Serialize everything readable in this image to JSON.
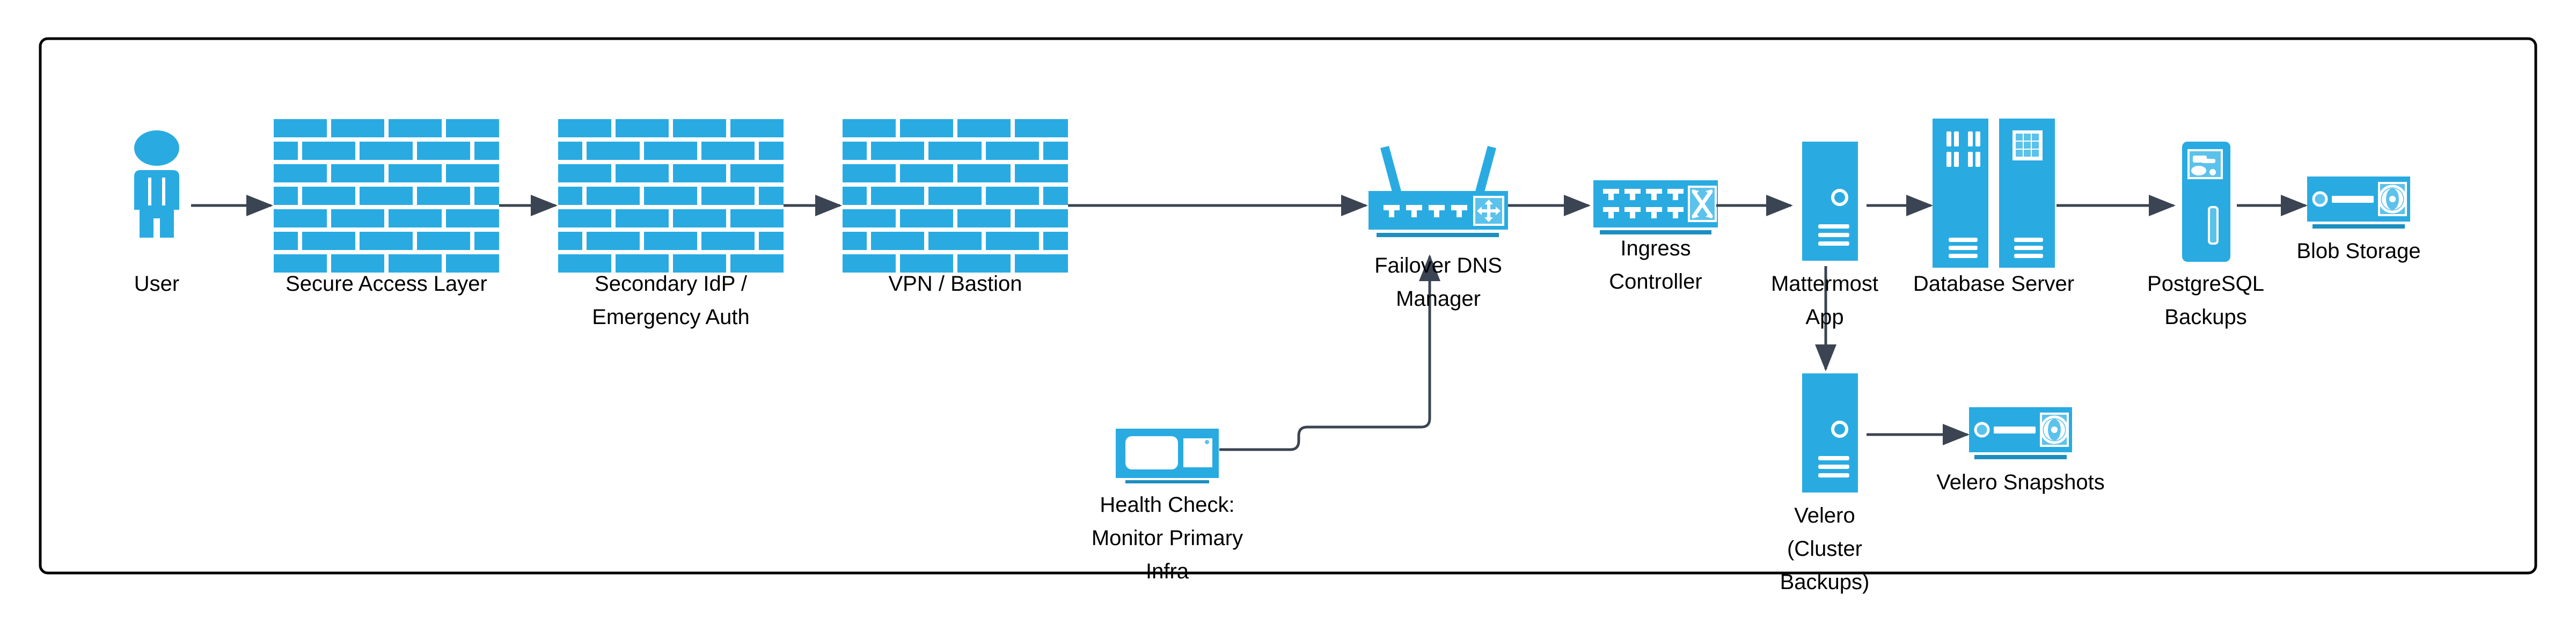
{
  "diagram": {
    "title": "Mattermost DR / Failover Architecture",
    "type": "architecture-flow",
    "background": "#ffffff",
    "colors": {
      "icon_blue": "#29ABE2",
      "icon_blue_light": "#5BC2EC",
      "icon_accent_dark": "#1C8FC0",
      "connector": "#3B4452",
      "border": "#000000",
      "label_text": "#000000",
      "icon_white": "#ffffff"
    },
    "boundary": {
      "name": "diagram-boundary",
      "stroke": "#000000",
      "stroke_width": 5,
      "corner_radius": 14
    }
  },
  "nodes": [
    {
      "id": "user",
      "label": "User",
      "icon": "user-person-icon",
      "row": "top",
      "lines": [
        "User"
      ]
    },
    {
      "id": "secure_access_layer",
      "label": "Secure Access Layer",
      "icon": "firewall-brick-wall-icon",
      "row": "top",
      "lines": [
        "Secure Access Layer"
      ]
    },
    {
      "id": "secondary_idp",
      "label": "Secondary IdP / Emergency Auth",
      "icon": "firewall-brick-wall-icon",
      "row": "top",
      "lines": [
        "Secondary IdP /",
        "Emergency Auth"
      ]
    },
    {
      "id": "vpn_bastion",
      "label": "VPN / Bastion",
      "icon": "firewall-brick-wall-icon",
      "row": "top",
      "lines": [
        "VPN / Bastion"
      ]
    },
    {
      "id": "failover_dns",
      "label": "Failover DNS Manager",
      "icon": "wireless-router-icon",
      "row": "top",
      "lines": [
        "Failover DNS",
        "Manager"
      ]
    },
    {
      "id": "ingress_controller",
      "label": "Ingress Controller",
      "icon": "network-switch-icon",
      "row": "top",
      "lines": [
        "Ingress",
        "Controller"
      ]
    },
    {
      "id": "mattermost_app",
      "label": "Mattermost App",
      "icon": "server-tower-icon",
      "row": "top",
      "lines": [
        "Mattermost",
        "App"
      ]
    },
    {
      "id": "database_server",
      "label": "Database Server",
      "icon": "database-rack-pair-icon",
      "row": "top",
      "lines": [
        "Database Server"
      ]
    },
    {
      "id": "postgresql_backups",
      "label": "PostgreSQL Backups",
      "icon": "backup-appliance-icon",
      "row": "top",
      "lines": [
        "PostgreSQL",
        "Backups"
      ]
    },
    {
      "id": "blob_storage",
      "label": "Blob Storage",
      "icon": "disk-storage-icon",
      "row": "top",
      "lines": [
        "Blob Storage"
      ]
    },
    {
      "id": "health_check",
      "label": "Health Check: Monitor Primary Infra",
      "icon": "monitoring-screen-icon",
      "row": "bottom",
      "lines": [
        "Health Check:",
        "Monitor Primary",
        "Infra"
      ]
    },
    {
      "id": "velero",
      "label": "Velero (Cluster Backups)",
      "icon": "server-tower-icon",
      "row": "bottom",
      "lines": [
        "Velero",
        "(Cluster",
        "Backups)"
      ]
    },
    {
      "id": "velero_snapshots",
      "label": "Velero Snapshots",
      "icon": "disk-storage-icon",
      "row": "bottom",
      "lines": [
        "Velero Snapshots"
      ]
    }
  ],
  "edges": [
    {
      "id": "e1",
      "from": "user",
      "to": "secure_access_layer",
      "style": "straight-arrow"
    },
    {
      "id": "e2",
      "from": "secure_access_layer",
      "to": "secondary_idp",
      "style": "straight-arrow"
    },
    {
      "id": "e3",
      "from": "secondary_idp",
      "to": "vpn_bastion",
      "style": "straight-arrow"
    },
    {
      "id": "e4",
      "from": "vpn_bastion",
      "to": "failover_dns",
      "style": "straight-arrow"
    },
    {
      "id": "e5",
      "from": "failover_dns",
      "to": "ingress_controller",
      "style": "straight-arrow"
    },
    {
      "id": "e6",
      "from": "ingress_controller",
      "to": "mattermost_app",
      "style": "straight-arrow"
    },
    {
      "id": "e7",
      "from": "mattermost_app",
      "to": "database_server",
      "style": "straight-arrow"
    },
    {
      "id": "e8",
      "from": "database_server",
      "to": "postgresql_backups",
      "style": "straight-arrow"
    },
    {
      "id": "e9",
      "from": "postgresql_backups",
      "to": "blob_storage",
      "style": "straight-arrow"
    },
    {
      "id": "e10",
      "from": "mattermost_app",
      "to": "velero",
      "style": "vertical-arrow"
    },
    {
      "id": "e11",
      "from": "velero",
      "to": "velero_snapshots",
      "style": "straight-arrow"
    },
    {
      "id": "e12",
      "from": "health_check",
      "to": "failover_dns",
      "style": "orthogonal-arrow"
    }
  ]
}
